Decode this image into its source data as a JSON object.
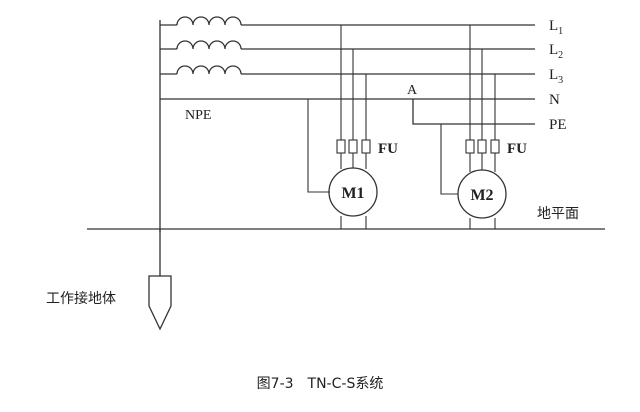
{
  "labels": {
    "l1": "L",
    "l1_sub": "1",
    "l2": "L",
    "l2_sub": "2",
    "l3": "L",
    "l3_sub": "3",
    "n": "N",
    "pe": "PE",
    "npe": "NPE",
    "node_a": "A",
    "fu_1": "FU",
    "fu_2": "FU",
    "motor_1": "M1",
    "motor_2": "M2",
    "ground_level": "地平面",
    "ground_electrode": "工作接地体"
  },
  "caption": "图7-3　TN-C-S系统"
}
